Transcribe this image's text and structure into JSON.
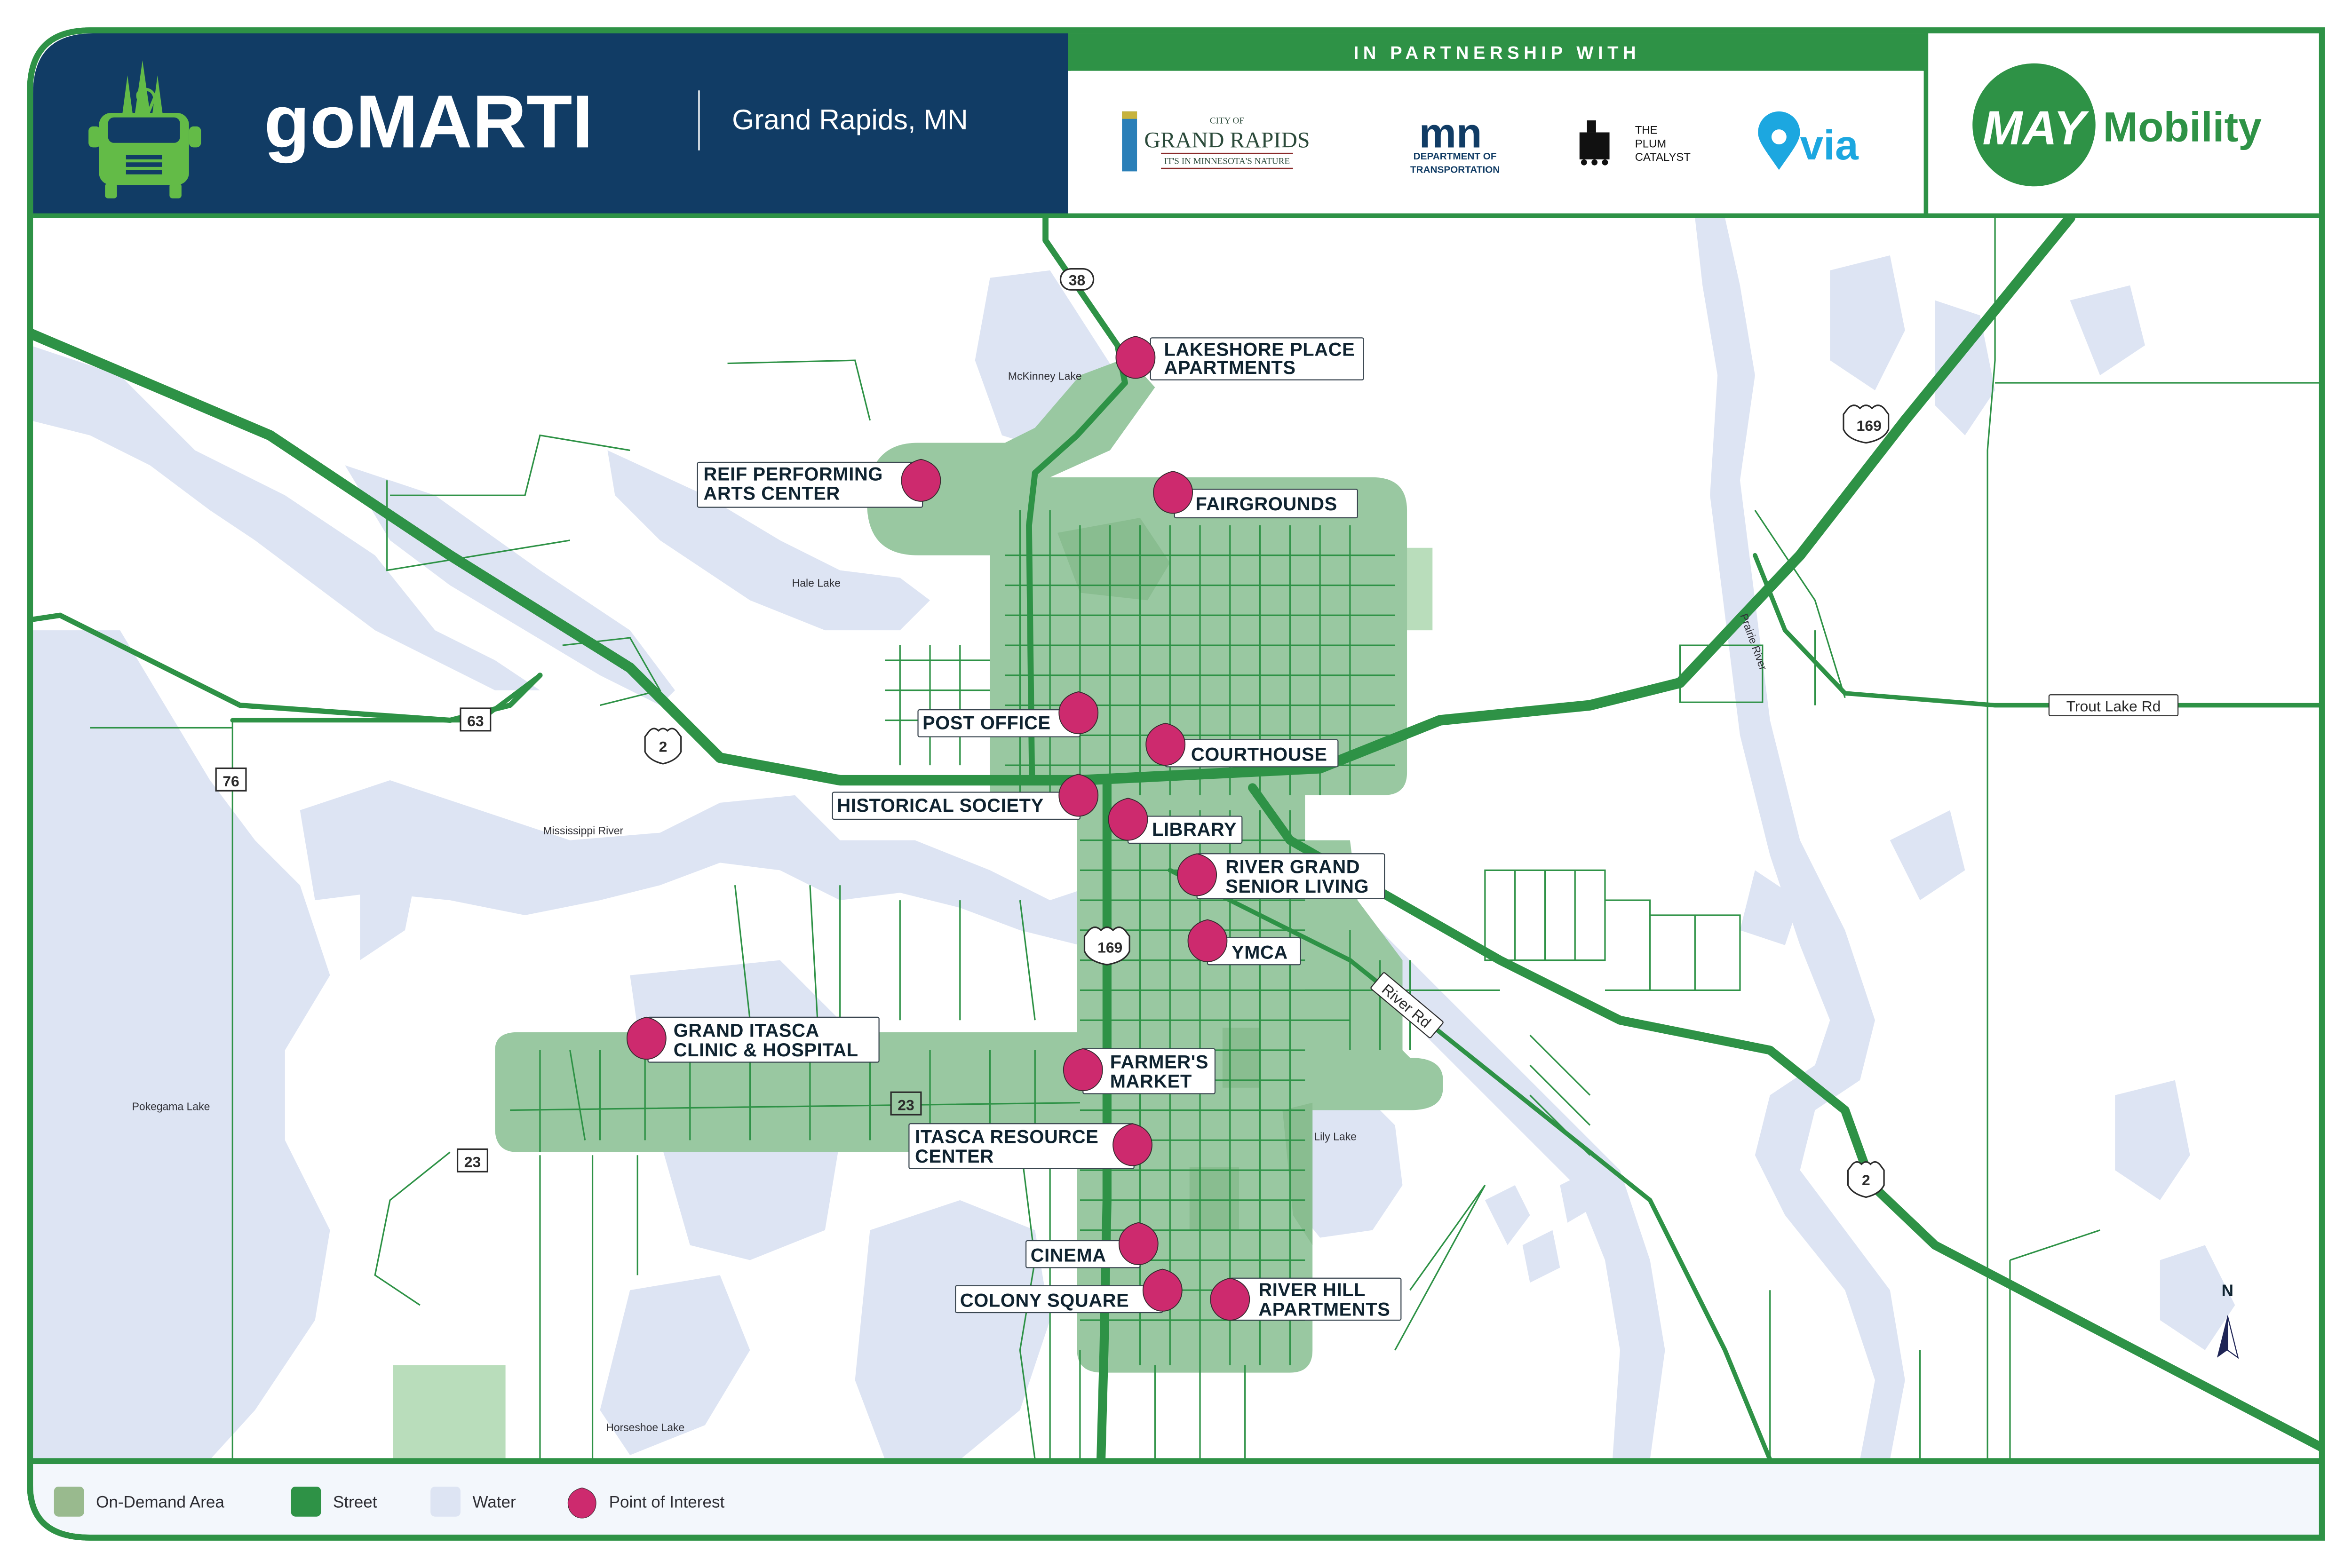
{
  "header": {
    "brand": "goMARTI",
    "location": "Grand Rapids, MN",
    "partnership_label": "IN PARTNERSHIP WITH",
    "partners": [
      {
        "name": "City of Grand Rapids",
        "line1": "CITY OF",
        "line2": "GRAND RAPIDS",
        "line3": "IT'S IN MINNESOTA'S NATURE"
      },
      {
        "name": "Minnesota Department of Transportation",
        "mark": "mn",
        "line1": "DEPARTMENT OF",
        "line2": "TRANSPORTATION"
      },
      {
        "name": "The Plum Catalyst",
        "line1": "THE",
        "line2": "PLUM",
        "line3": "CATALYST"
      },
      {
        "name": "Via",
        "text": "via"
      }
    ],
    "sponsor": {
      "mark": "MAY",
      "text": "Mobility"
    }
  },
  "colors": {
    "brand_navy": "#113c65",
    "frame_green": "#2e9246",
    "street_green": "#2e9246",
    "on_demand_area": "#99c8a1",
    "water": "#dde4f3",
    "park": "#b9ddbb",
    "poi_pink": "#cd2a6e",
    "legend_bg": "#f3f7fc",
    "logo_lime": "#63bb47"
  },
  "map": {
    "points_of_interest": [
      {
        "id": "lakeshore",
        "lines": [
          "LAKESHORE PLACE",
          "APARTMENTS"
        ]
      },
      {
        "id": "reif",
        "lines": [
          "REIF PERFORMING",
          "ARTS CENTER"
        ]
      },
      {
        "id": "fairgrounds",
        "lines": [
          "FAIRGROUNDS"
        ]
      },
      {
        "id": "post-office",
        "lines": [
          "POST OFFICE"
        ]
      },
      {
        "id": "courthouse",
        "lines": [
          "COURTHOUSE"
        ]
      },
      {
        "id": "historical-society",
        "lines": [
          "HISTORICAL SOCIETY"
        ]
      },
      {
        "id": "library",
        "lines": [
          "LIBRARY"
        ]
      },
      {
        "id": "river-grand",
        "lines": [
          "RIVER GRAND",
          "SENIOR LIVING"
        ]
      },
      {
        "id": "ymca",
        "lines": [
          "YMCA"
        ]
      },
      {
        "id": "grand-itasca",
        "lines": [
          "GRAND ITASCA",
          "CLINIC & HOSPITAL"
        ]
      },
      {
        "id": "farmers-market",
        "lines": [
          "FARMER'S",
          "MARKET"
        ]
      },
      {
        "id": "itasca-resource",
        "lines": [
          "ITASCA RESOURCE",
          "CENTER"
        ]
      },
      {
        "id": "cinema",
        "lines": [
          "CINEMA"
        ]
      },
      {
        "id": "colony-square",
        "lines": [
          "COLONY SQUARE"
        ]
      },
      {
        "id": "river-hill",
        "lines": [
          "RIVER HILL",
          "APARTMENTS"
        ]
      }
    ],
    "water_labels": [
      "McKinney Lake",
      "Hale Lake",
      "Mississippi River",
      "Pokegama Lake",
      "Lily Lake",
      "Horseshoe Lake",
      "Prairie River"
    ],
    "road_labels": [
      "Trout Lake Rd",
      "River Rd"
    ],
    "shields": {
      "us_2_a": "2",
      "us_2_b": "2",
      "us_169_a": "169",
      "us_169_b": "169",
      "state_38": "38",
      "county_63": "63",
      "county_76": "76",
      "county_23_a": "23",
      "county_23_b": "23"
    },
    "north_label": "N"
  },
  "legend": {
    "items": [
      {
        "label": "On-Demand Area",
        "swatch": "on_demand_area"
      },
      {
        "label": "Street",
        "swatch": "street"
      },
      {
        "label": "Water",
        "swatch": "water"
      },
      {
        "label": "Point of Interest",
        "swatch": "poi"
      }
    ]
  }
}
